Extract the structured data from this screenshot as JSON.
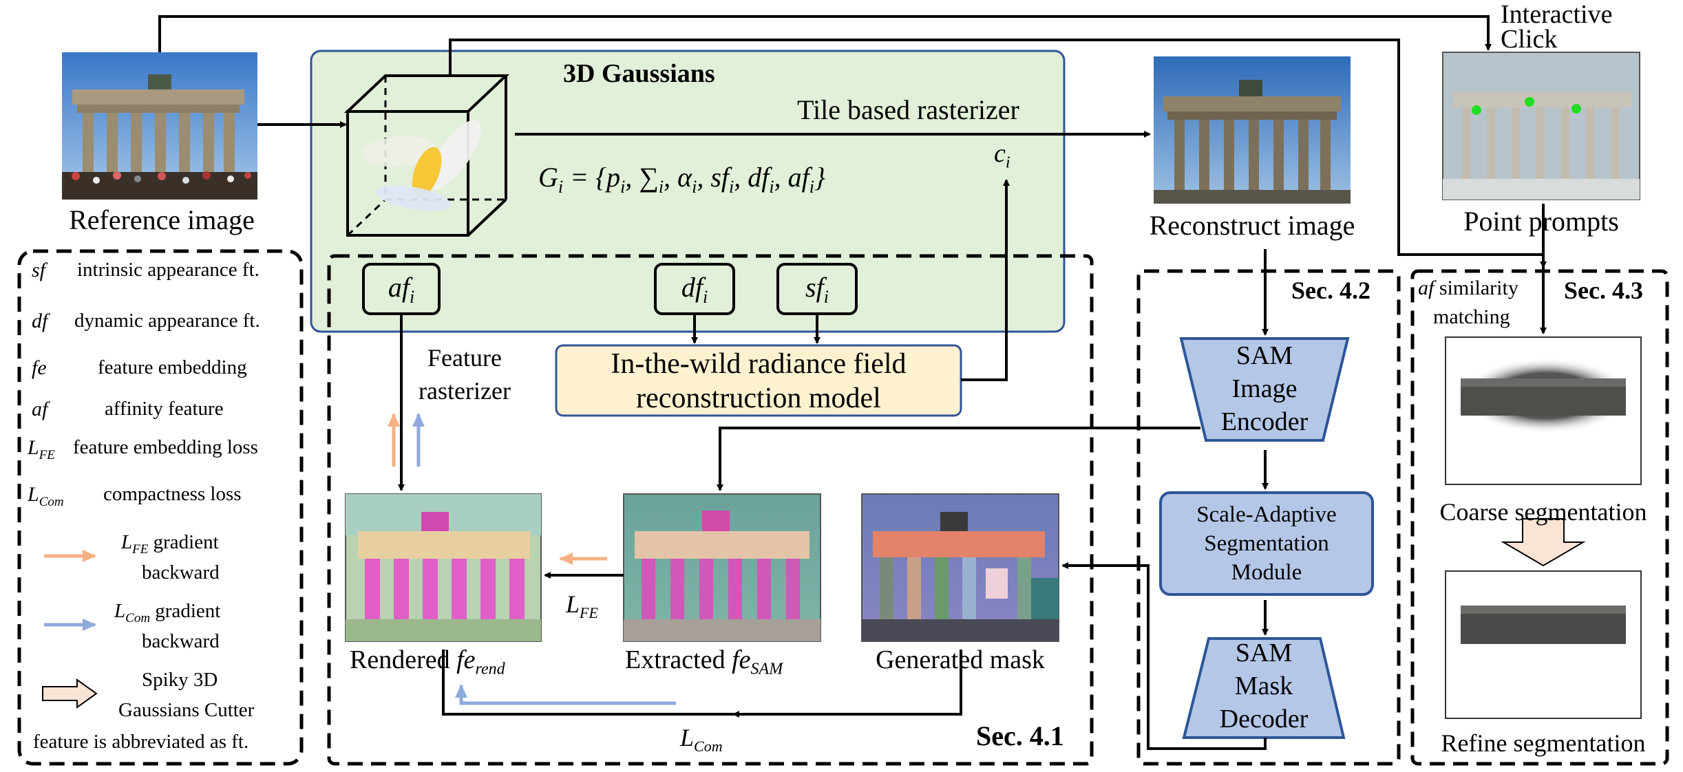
{
  "labels": {
    "interactive_click_1": "Interactive",
    "interactive_click_2": "Click",
    "reference_image": "Reference image",
    "gaussians_title": "3D Gaussians",
    "tile_rasterizer": "Tile based rasterizer",
    "gaussian_formula": "G_i = {p_i, ∑_i, α_i, sf_i, df_i, af_i}",
    "ci": "c_i",
    "reconstruct_image": "Reconstruct image",
    "point_prompts": "Point prompts",
    "sec41": "Sec. 4.1",
    "sec42": "Sec. 4.2",
    "sec43": "Sec. 4.3",
    "af_node": "af_i",
    "df_node": "df_i",
    "sf_node": "sf_i",
    "feature_rasterizer_1": "Feature",
    "feature_rasterizer_2": "rasterizer",
    "radiance_1": "In-the-wild radiance field",
    "radiance_2": "reconstruction model",
    "sam_encoder_1": "SAM",
    "sam_encoder_2": "Image",
    "sam_encoder_3": "Encoder",
    "scale_adaptive_1": "Scale-Adaptive",
    "scale_adaptive_2": "Segmentation",
    "scale_adaptive_3": "Module",
    "sam_decoder_1": "SAM",
    "sam_decoder_2": "Mask",
    "sam_decoder_3": "Decoder",
    "af_similarity_1": "similarity",
    "af_similarity_2": "matching",
    "af_prefix": "af",
    "rendered_caption": "Rendered",
    "rendered_sym": "fe_rend",
    "extracted_caption": "Extracted",
    "extracted_sym": "fe_SAM",
    "generated_mask": "Generated mask",
    "lfe": "L_FE",
    "lcom": "L_Com",
    "coarse_seg": "Coarse segmentation",
    "refine_seg": "Refine segmentation"
  },
  "legend": {
    "items": [
      {
        "sym": "sf",
        "desc": "intrinsic appearance ft."
      },
      {
        "sym": "df",
        "desc": "dynamic appearance ft."
      },
      {
        "sym": "fe",
        "desc": "feature embedding"
      },
      {
        "sym": "af",
        "desc": "affinity feature"
      },
      {
        "sym": "L_FE",
        "desc": "feature embedding loss"
      },
      {
        "sym": "L_Com",
        "desc": "compactness loss"
      }
    ],
    "lfe_grad_1": "gradient",
    "lfe_grad_2": "backward",
    "lfe_sym": "L_FE",
    "lcom_grad_1": "gradient",
    "lcom_grad_2": "backward",
    "lcom_sym": "L_Com",
    "cutter_1": "Spiky 3D",
    "cutter_2": "Gaussians Cutter",
    "footer": "feature is abbreviated as ft."
  },
  "colors": {
    "gaussian_bg": "#e2efd9",
    "gaussian_border": "#2f5597",
    "radiance_bg": "#fdf1d0",
    "sam_bg": "#b4c7e7",
    "sam_border": "#2f5597",
    "orange_arrow": "#f4b183",
    "blue_arrow": "#8faadc",
    "green_dot": "#22dd22"
  },
  "icons": {
    "gaussian_cube": "cube-icon",
    "gaussian_ellipsoids": "ellipsoid-icon",
    "cutter": "hollow-arrow-icon"
  }
}
